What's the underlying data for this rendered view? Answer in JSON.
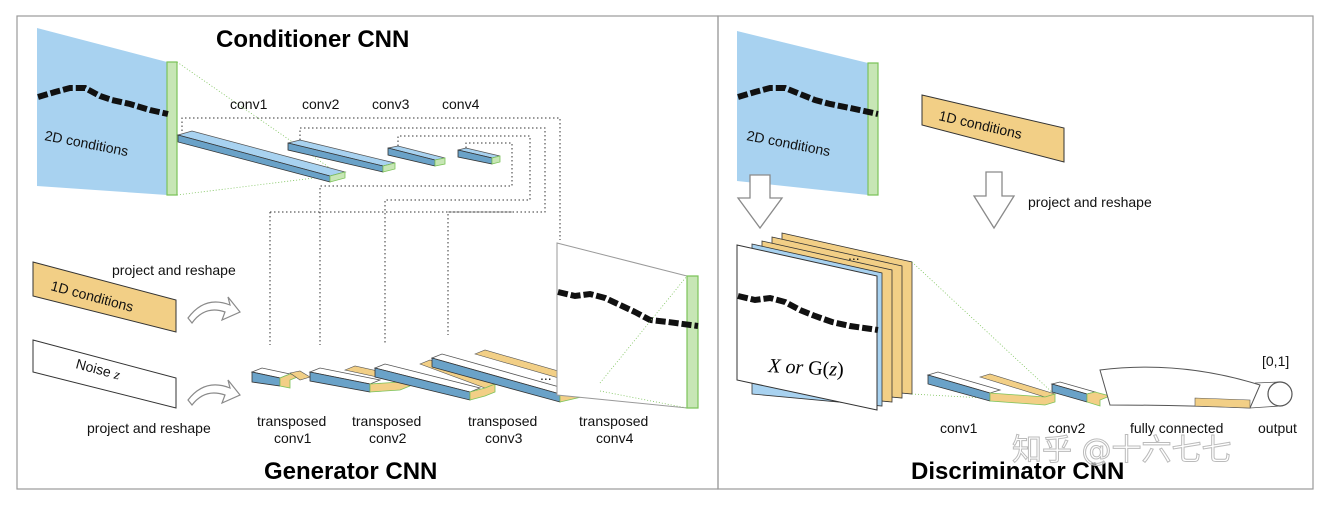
{
  "titles": {
    "conditioner": "Conditioner CNN",
    "generator": "Generator CNN",
    "discriminator": "Discriminator CNN"
  },
  "conditioner_layers": [
    "conv1",
    "conv2",
    "conv3",
    "conv4"
  ],
  "generator_layers": [
    [
      "transposed",
      "conv1"
    ],
    [
      "transposed",
      "conv2"
    ],
    [
      "transposed",
      "conv3"
    ],
    [
      "transposed",
      "conv4"
    ]
  ],
  "left": {
    "cond2d": "2D conditions",
    "cond1d": "1D conditions",
    "noise_prefix": "Noise",
    "noise_var": "z",
    "project_top": "project and reshape",
    "project_bottom": "project and reshape"
  },
  "right": {
    "cond2d": "2D conditions",
    "cond1d": "1D conditions",
    "project": "project and reshape",
    "input_x": "X or ",
    "input_g": "G(",
    "input_z": "z",
    "input_close": ")",
    "layers": [
      "conv1",
      "conv2",
      "fully connected",
      "output"
    ],
    "range": "[0,1]"
  },
  "dots": "...",
  "watermark": "知乎 @十六七七",
  "colors": {
    "blue": "#a8d2f0",
    "orange": "#f2cf86",
    "green": "#7cc35a",
    "border": "#9a9a9a",
    "dark": "#222222"
  }
}
